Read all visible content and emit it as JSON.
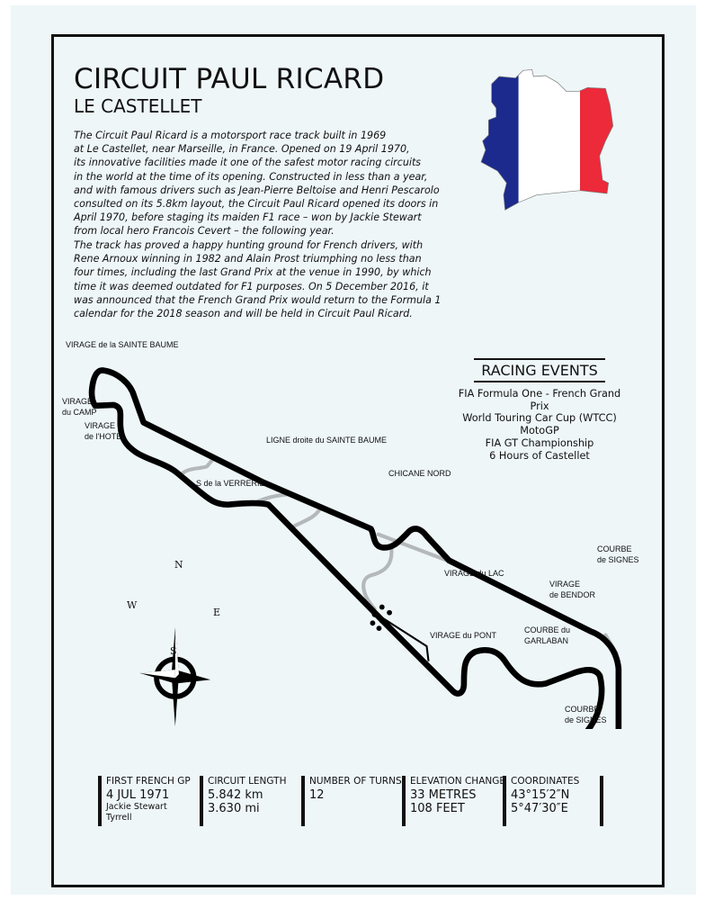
{
  "header": {
    "title": "CIRCUIT PAUL RICARD",
    "subtitle": "LE CASTELLET"
  },
  "description": {
    "paragraph1": "The Circuit Paul Ricard is a motorsport race track built in 1969\nat Le Castellet, near Marseille, in France. Opened on 19 April 1970,\nits innovative facilities made it one of the safest motor racing circuits\nin the world at the time of its opening. Constructed in less than a year,\nand with famous drivers such as Jean-Pierre Beltoise and Henri Pescarolo\nconsulted on its 5.8km layout, the Circuit Paul Ricard opened its doors in\nApril 1970, before staging its maiden F1 race – won by Jackie Stewart\nfrom local hero Francois Cevert – the following year.",
    "paragraph2": "The track has proved a happy hunting ground for French drivers, with\nRene Arnoux winning in 1982 and Alain Prost triumphing no less than\nfour times, including the last Grand Prix at the venue in 1990, by which\ntime it was deemed outdated for F1 purposes. On 5 December 2016, it\nwas announced that the French Grand Prix would return to the Formula 1\ncalendar for the 2018 season and will be held in Circuit Paul Ricard."
  },
  "flag": {
    "colors": [
      "#1b2a8c",
      "#ffffff",
      "#ec2a3a"
    ]
  },
  "corners": {
    "sainte_baume": "VIRAGE de la SAINTE BAUME",
    "camp": [
      "VIRAGE",
      "du CAMP"
    ],
    "hotel": [
      "VIRAGE",
      "de l'HOTEL"
    ],
    "ligne_droite": "LIGNE droite du SAINTE BAUME",
    "verrerie": "S de la VERRERIE",
    "chicane_nord": "CHICANE NORD",
    "signes_top": [
      "COURBE",
      "de SIGNES"
    ],
    "lac": "VIRAGE du LAC",
    "bendor": [
      "VIRAGE",
      "de BENDOR"
    ],
    "pont": "VIRAGE du PONT",
    "garlaban": [
      "COURBE du",
      "GARLABAN"
    ],
    "signes_bottom": [
      "COURBE",
      "de SIGNES"
    ]
  },
  "compass": {
    "n": "N",
    "s": "S",
    "e": "E",
    "w": "W"
  },
  "racing_events": {
    "title": "RACING EVENTS",
    "items": [
      "FIA Formula One - French Grand Prix",
      "World Touring Car Cup (WTCC)",
      "MotoGP",
      "FIA GT Championship",
      "6 Hours of Castellet"
    ]
  },
  "stats": [
    {
      "heading": "FIRST FRENCH GP",
      "lines": [
        "4 JUL 1971"
      ],
      "small": [
        "Jackie Stewart",
        "Tyrrell"
      ]
    },
    {
      "heading": "CIRCUIT LENGTH",
      "lines": [
        "5.842 km",
        "3.630 mi"
      ],
      "small": []
    },
    {
      "heading": "NUMBER OF TURNS",
      "lines": [
        "12"
      ],
      "small": []
    },
    {
      "heading": "ELEVATION CHANGE",
      "lines": [
        "33 METRES",
        "108 FEET"
      ],
      "small": []
    },
    {
      "heading": "COORDINATES",
      "lines": [
        "43°15′2″N",
        "5°47′30″E"
      ],
      "small": []
    }
  ]
}
